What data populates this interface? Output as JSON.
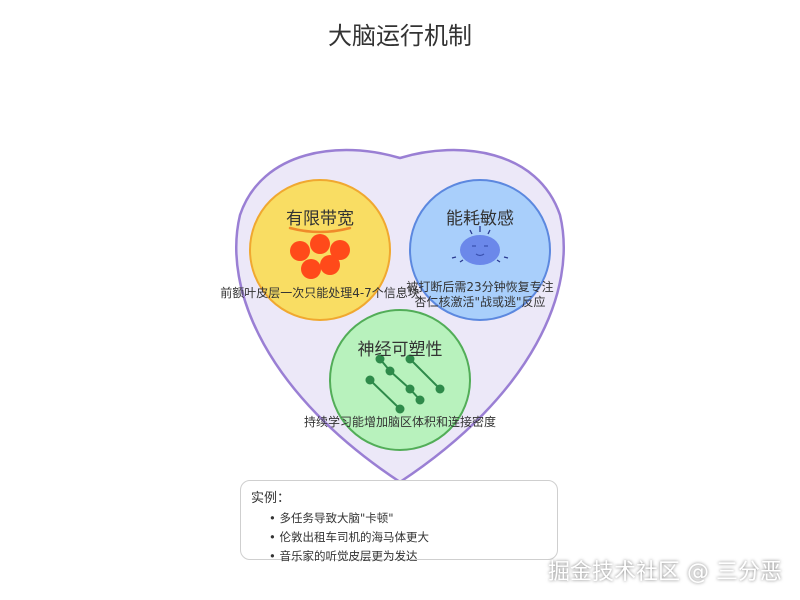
{
  "title": "大脑运行机制",
  "colors": {
    "brain_fill": "#ece8f8",
    "brain_stroke": "#9a7fd4",
    "bandwidth_fill": "#f9dd63",
    "bandwidth_stroke": "#f0a830",
    "energy_fill": "#a9cffb",
    "energy_stroke": "#5c88df",
    "plasticity_fill": "#b8f2bd",
    "plasticity_stroke": "#52ad58"
  },
  "nodes": {
    "bandwidth": {
      "title": "有限带宽",
      "desc": "前额叶皮层一次只能处理4-7个信息块"
    },
    "energy": {
      "title": "能耗敏感",
      "desc_line1": "被打断后需23分钟恢复专注",
      "desc_line2": "杏仁核激活\"战或逃\"反应"
    },
    "plasticity": {
      "title": "神经可塑性",
      "desc": "持续学习能增加脑区体积和连接密度"
    }
  },
  "examples": {
    "title": "实例：",
    "items": [
      "多任务导致大脑\"卡顿\"",
      "伦敦出租车司机的海马体更大",
      "音乐家的听觉皮层更为发达"
    ]
  },
  "watermark": "掘金技术社区 @ 三分恶"
}
